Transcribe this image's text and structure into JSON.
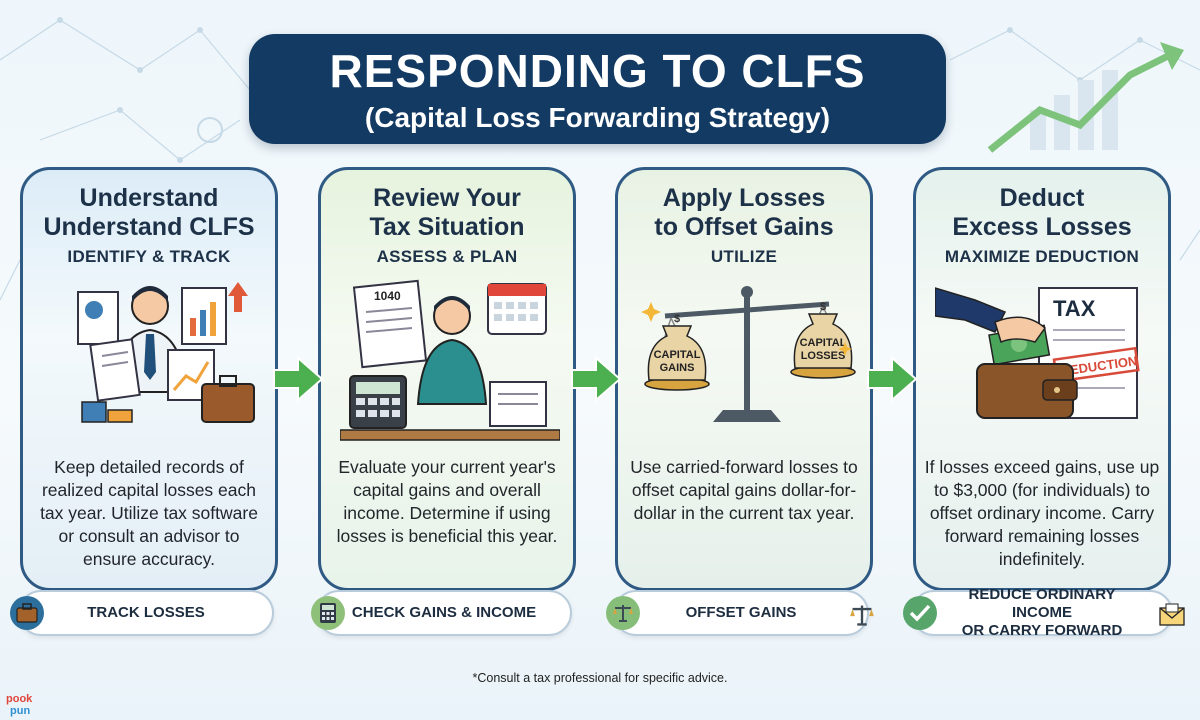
{
  "title": {
    "main": "RESPONDING TO CLFS",
    "sub": "(Capital Loss Forwarding Strategy)"
  },
  "cards": [
    {
      "heading_line1": "Understand",
      "heading_line2": "Understand CLFS",
      "subheading": "IDENTIFY & TRACK",
      "description": "Keep detailed records of realized capital losses each tax year. Utilize tax software or consult an advisor to ensure accuracy.",
      "pill": "TRACK LOSSES"
    },
    {
      "heading_line1": "Review Your",
      "heading_line2": "Tax Situation",
      "subheading": "ASSESS & PLAN",
      "form_label": "1040",
      "description": "Evaluate your current year's capital gains and overall income. Determine if using losses is beneficial this year.",
      "pill": "CHECK GAINS & INCOME"
    },
    {
      "heading_line1": "Apply Losses",
      "heading_line2": "to Offset Gains",
      "subheading": "UTILIZE",
      "bag_left": [
        "CAPITAL",
        "GAINS"
      ],
      "bag_right": [
        "CAPITAL",
        "LOSSES"
      ],
      "description": "Use carried-forward losses to offset capital gains dollar-for-dollar in the current tax year.",
      "pill": "OFFSET GAINS"
    },
    {
      "heading_line1": "Deduct",
      "heading_line2": "Excess Losses",
      "subheading": "MAXIMIZE DEDUCTION",
      "doc_label": "TAX",
      "stamp_label": "DEDUCTION",
      "description": "If losses exceed gains, use up to $3,000 (for individuals) to offset ordinary income. Carry forward remaining losses indefinitely.",
      "pill_line1": "REDUCE ORDINARY INCOME",
      "pill_line2": "OR CARRY FORWARD"
    }
  ],
  "icons": {
    "pill_1": "briefcase-icon",
    "pill_2": "calculator-icon",
    "pill_3": "balance-scale-icon",
    "pill_4": "checkmark-icon",
    "pill_4_right": "envelope-icon"
  },
  "disclaimer": "*Consult a tax professional for specific advice.",
  "logo": [
    "pook",
    "pun"
  ],
  "colors": {
    "banner": "#123a63",
    "card_border": "#2f5a84",
    "arrow_green": "#4caf50",
    "text_dark": "#1d3148"
  }
}
